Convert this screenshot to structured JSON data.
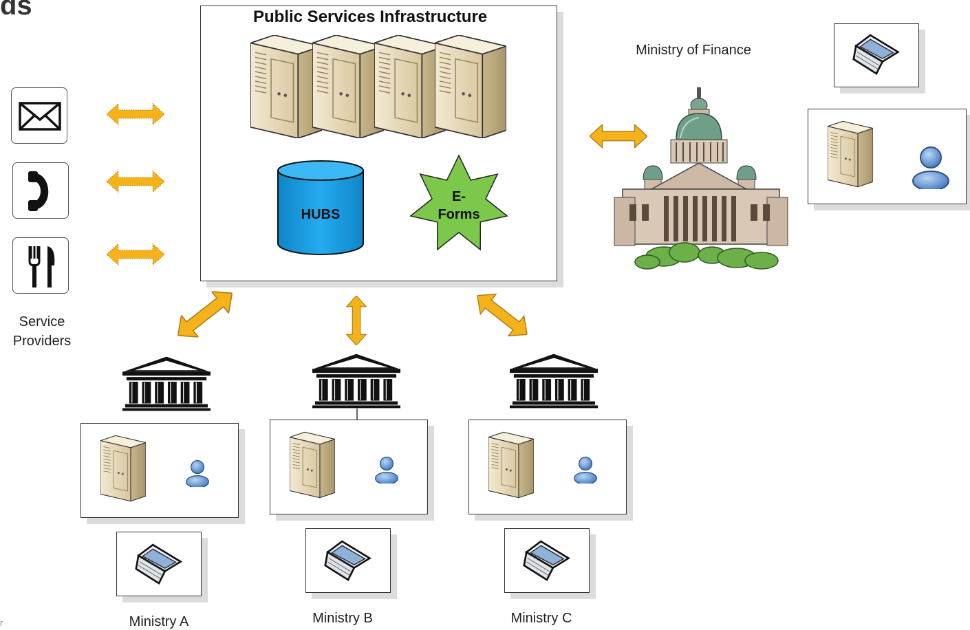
{
  "header": {
    "partial_title": "ds",
    "footer_fragment": "r"
  },
  "infrastructure": {
    "title": "Public Services Infrastructure",
    "hubs_label": "HUBS",
    "eforms_label_line1": "E-",
    "eforms_label_line2": "Forms"
  },
  "service_providers": {
    "label_line1": "Service",
    "label_line2": "Providers",
    "icons": [
      "mail-icon",
      "phone-icon",
      "restaurant-icon"
    ]
  },
  "ministry_of_finance": {
    "label": "Ministry of Finance"
  },
  "ministries": [
    {
      "label": "Ministry A"
    },
    {
      "label": "Ministry B"
    },
    {
      "label": "Ministry C"
    }
  ],
  "colors": {
    "arrow": "#f5b21a",
    "hubs": "#1e9ee0",
    "eforms": "#7cc84a",
    "server": "#e8dcc0",
    "user": "#6a9fd8"
  }
}
